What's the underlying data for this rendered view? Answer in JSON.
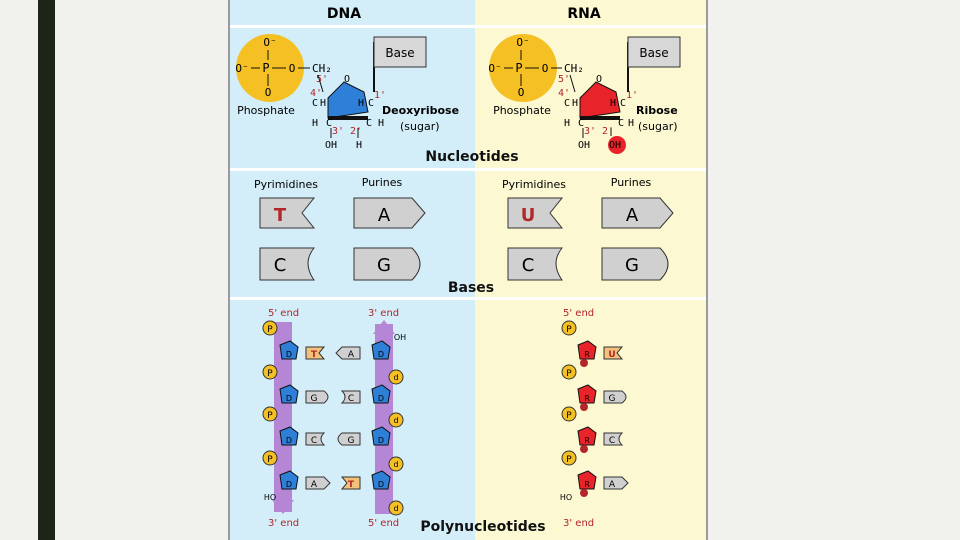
{
  "header": {
    "dna": "DNA",
    "rna": "RNA"
  },
  "colors": {
    "dna_bg": "#d3eef8",
    "rna_bg": "#fbf8d2",
    "phosphate": "#f5c024",
    "deoxyribose": "#2e7fd8",
    "ribose": "#e8242a",
    "strand": "#b586d6",
    "label_red": "#b3262a"
  },
  "nucleotides": {
    "title": "Nucleotides",
    "base": "Base",
    "phosphate_label": "Phosphate",
    "o_minus": "O⁻",
    "p": "P",
    "o": "O",
    "ch2": "CH₂",
    "c": "C",
    "h": "H",
    "oh": "OH",
    "pos": {
      "p5": "5'",
      "p4": "4'",
      "p3": "3'",
      "p2": "2'",
      "p1": "1'"
    },
    "dna_sugar_name": "Deoxyribose",
    "rna_sugar_name": "Ribose",
    "sugar_note": "(sugar)"
  },
  "bases": {
    "title": "Bases",
    "pyrimidines": "Pyrimidines",
    "purines": "Purines",
    "dna": {
      "pyr1": "T",
      "pyr2": "C",
      "pur1": "A",
      "pur2": "G"
    },
    "rna": {
      "pyr1": "U",
      "pyr2": "C",
      "pur1": "A",
      "pur2": "G"
    }
  },
  "polynucleotides": {
    "title": "Polynucleotides",
    "five_end": "5' end",
    "three_end": "3' end",
    "oh": "OH",
    "ho": "HO",
    "p": "P",
    "d": "D",
    "dsmall": "d",
    "r": "R",
    "dna_pairs": [
      [
        "T",
        "A"
      ],
      [
        "G",
        "C"
      ],
      [
        "C",
        "G"
      ],
      [
        "A",
        "T"
      ]
    ],
    "rna_bases": [
      "U",
      "G",
      "C",
      "A"
    ]
  }
}
